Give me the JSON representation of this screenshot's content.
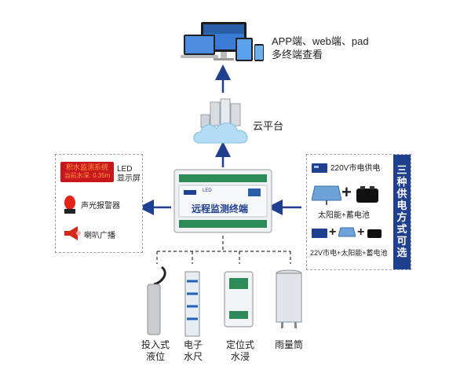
{
  "top": {
    "line1": "APP端、web端、pad",
    "line2": "多终端查看"
  },
  "cloud": {
    "label": "云平台"
  },
  "left_panel": {
    "led_screen_line1": "积水监测系统",
    "led_screen_line2": "当前水深: 0.35m",
    "led_label_1": "LED",
    "led_label_2": "显示屏",
    "alarm_label": "声光报警器",
    "horn_label": "喇叭广播"
  },
  "center": {
    "device_label": "远程监测终端",
    "device_tag": "LED"
  },
  "right_panel": {
    "option1": "220V市电供电",
    "option2": "太阳能+蓄电池",
    "option3": "22V市电+太阳能+蓄电池",
    "band": "三种供电方式可选"
  },
  "sensors": [
    {
      "line1": "投入式",
      "line2": "液位"
    },
    {
      "line1": "电子",
      "line2": "水尺"
    },
    {
      "line1": "定位式",
      "line2": "水浸"
    },
    {
      "line1": "雨量筒",
      "line2": ""
    }
  ],
  "colors": {
    "arrow": "#1f3f8f",
    "band": "#1f3f8f",
    "led_bg": "#c8161d",
    "led_text": "#ff9a3d"
  }
}
